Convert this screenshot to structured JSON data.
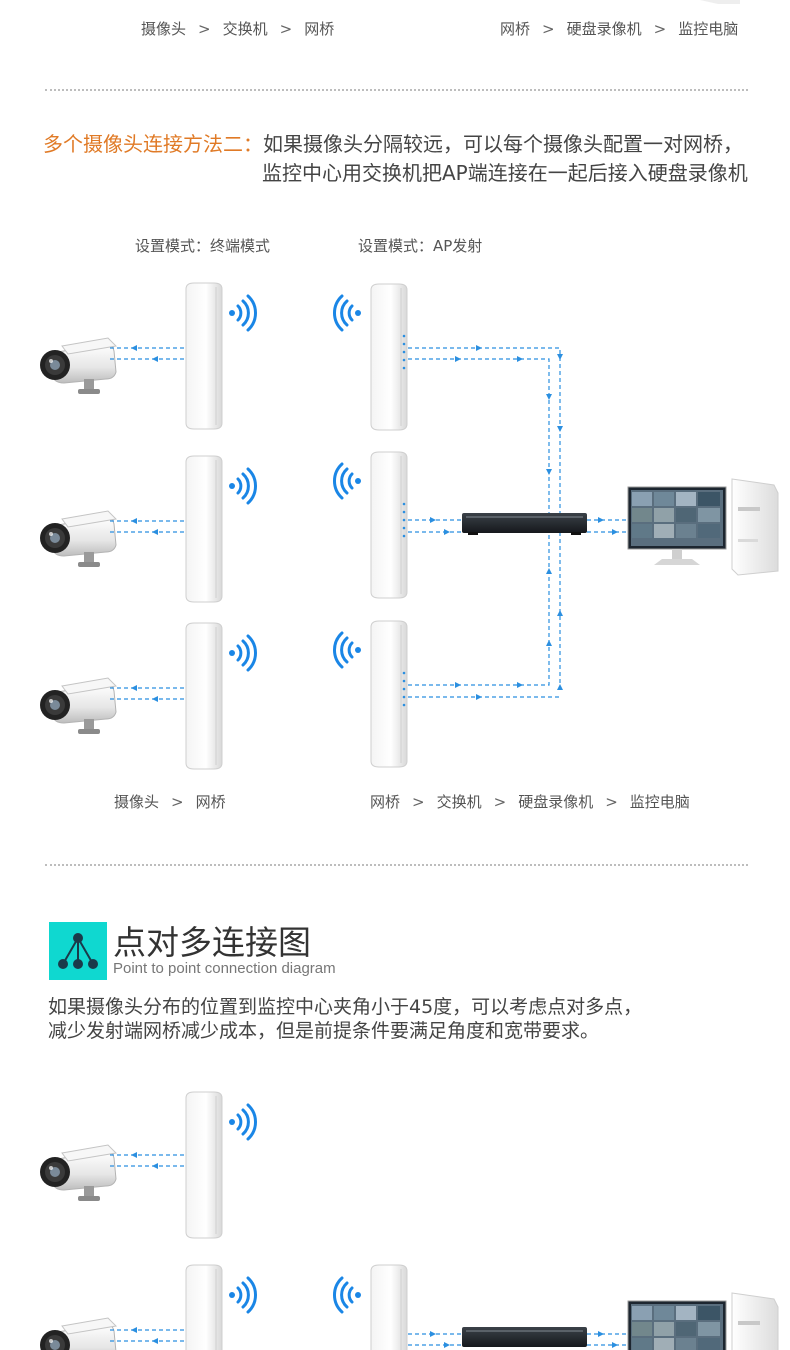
{
  "top_flow": {
    "left": [
      "摄像头",
      "交换机",
      "网桥"
    ],
    "right": [
      "网桥",
      "硬盘录像机",
      "监控电脑"
    ]
  },
  "method2": {
    "label": "多个摄像头连接方法二：",
    "text1": "如果摄像头分隔较远，可以每个摄像头配置一对网桥，",
    "text2": "监控中心用交换机把AP端连接在一起后接入硬盘录像机"
  },
  "modes": {
    "left": "设置模式：终端模式",
    "right": "设置模式：AP发射"
  },
  "bottom_flow": {
    "left": [
      "摄像头",
      "网桥"
    ],
    "right": [
      "网桥",
      "交换机",
      "硬盘录像机",
      "监控电脑"
    ]
  },
  "separator": ">",
  "section": {
    "title": "点对多连接图",
    "subtitle": "Point to point connection diagram"
  },
  "description": {
    "line1": "如果摄像头分布的位置到监控中心夹角小于45度，可以考虑点对多点，",
    "line2": "减少发射端网桥减少成本，但是前提条件要满足角度和宽带要求。"
  },
  "colors": {
    "accent_orange": "#e07a26",
    "line_blue": "#2b8fe0",
    "icon_cyan": "#0fd8d0",
    "wifi_blue": "#1a86e6"
  }
}
